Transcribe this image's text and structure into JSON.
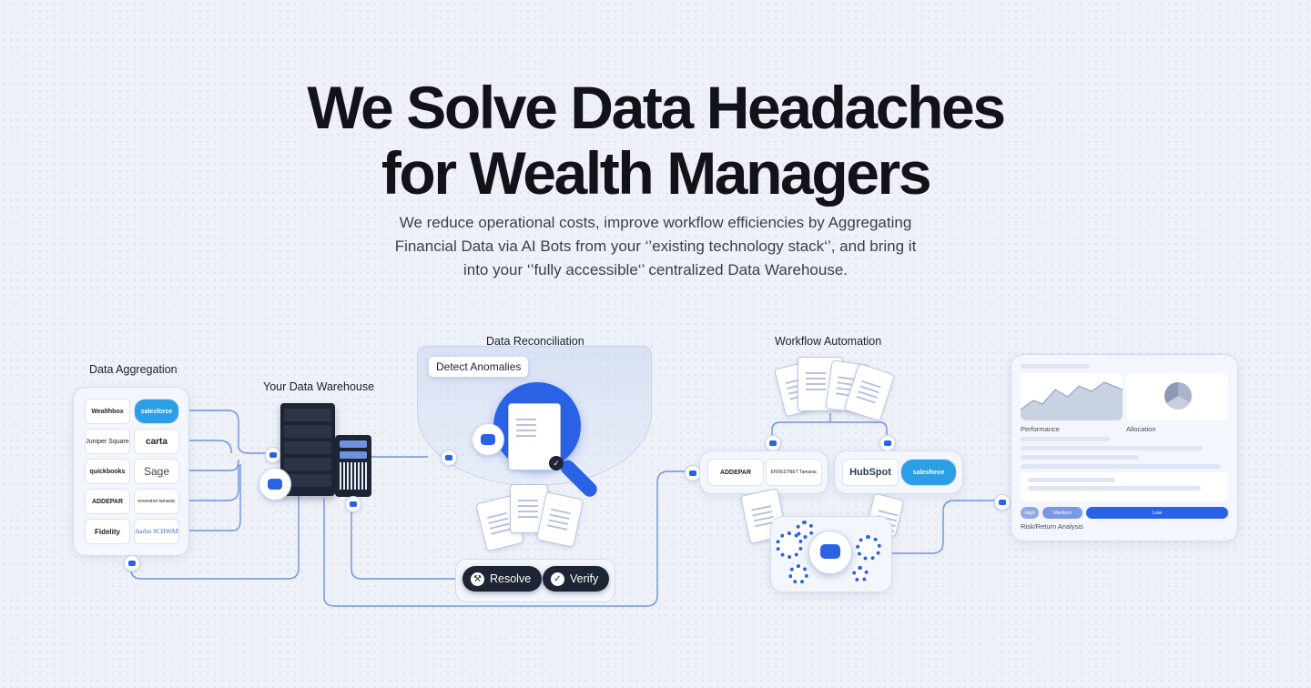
{
  "hero": {
    "title_line1": "We Solve Data Headaches",
    "title_line2": "for Wealth Managers",
    "subtitle_line1": "We reduce operational costs, improve workflow efficiencies by Aggregating",
    "subtitle_line2": "Financial Data via AI Bots from your ‘’existing technology stack‘’, and bring it",
    "subtitle_line3": "into your ‘’fully accessible‘’ centralized Data Warehouse."
  },
  "sections": {
    "aggregation": "Data Aggregation",
    "warehouse": "Your Data Warehouse",
    "reconciliation": "Data Reconciliation",
    "workflow": "Workflow Automation"
  },
  "aggregation_logos": [
    "Wealthbox",
    "salesforce",
    "Juniper Square",
    "carta",
    "quickbooks",
    "Sage",
    "ADDEPAR",
    "envestnet tamarac",
    "Fidelity",
    "charles SCHWAB"
  ],
  "reconciliation": {
    "detect_tag": "Detect Anomalies",
    "resolve_label": "Resolve",
    "verify_label": "Verify"
  },
  "workflow": {
    "logos": [
      "ADDEPAR",
      "ENVESTNET Tamarac",
      "HubSpot",
      "salesforce"
    ]
  },
  "dashboard": {
    "performance_label": "Performance",
    "allocation_label": "Allocation",
    "risk_label": "Risk/Return Analysis",
    "chip_high": "High",
    "chip_medium": "Medium",
    "chip_low": "Low"
  },
  "colors": {
    "accent": "#2a62e6",
    "dark": "#1d2433",
    "line": "#6f92e0"
  },
  "icons": [
    "robot-icon",
    "wrench-icon",
    "check-icon",
    "gear-icon",
    "magnifier-icon",
    "document-icon",
    "server-icon"
  ]
}
